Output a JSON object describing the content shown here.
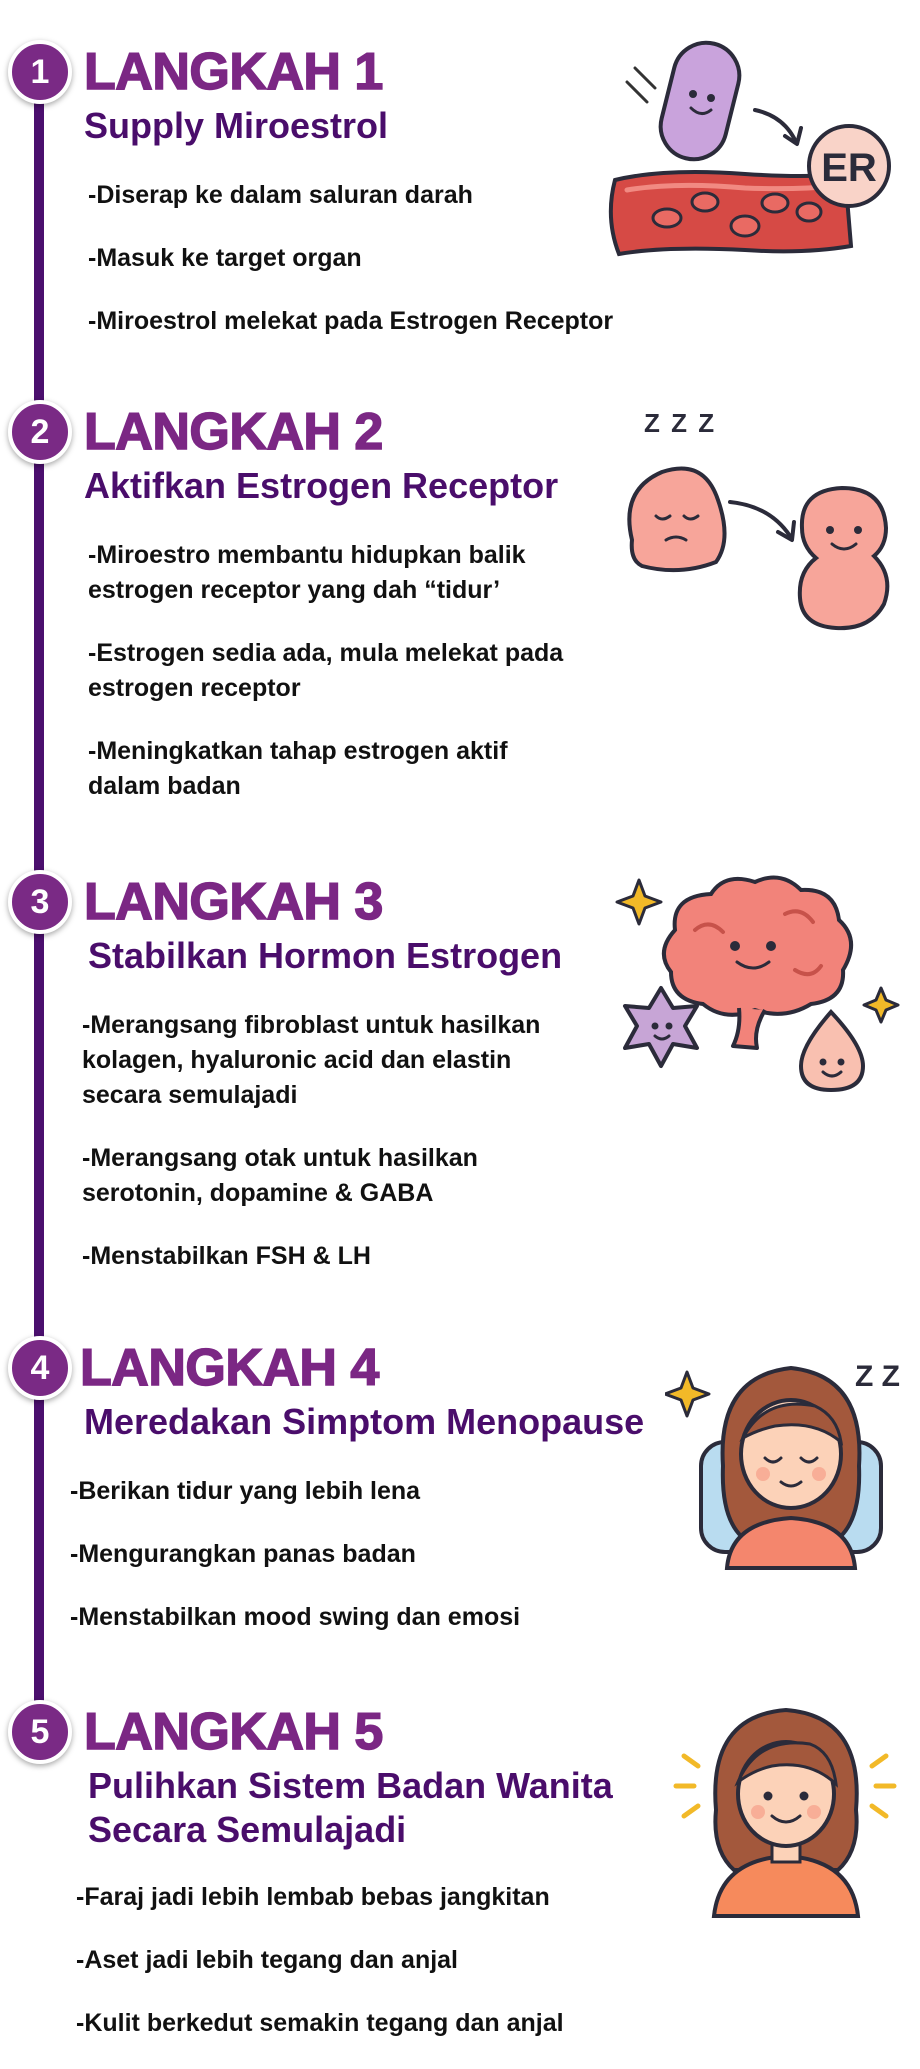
{
  "steps": [
    {
      "number": "1",
      "title": "LANGKAH 1",
      "subtitle_lines": [
        "Supply Miroestrol"
      ],
      "bullets": [
        "-Diserap ke dalam saluran darah",
        "-Masuk ke target organ",
        "-Miroestrol melekat pada Estrogen Receptor"
      ],
      "illustration_label": "ER",
      "illustration": "blood-vessel-estrogen-receptor-icon"
    },
    {
      "number": "2",
      "title": "LANGKAH 2",
      "subtitle_lines": [
        "Aktifkan Estrogen Receptor"
      ],
      "bullets": [
        "-Miroestro membantu hidupkan balik\n  estrogen receptor yang dah “tidur’",
        "-Estrogen sedia ada, mula melekat pada\n  estrogen receptor",
        "-Meningkatkan tahap estrogen aktif\n  dalam badan"
      ],
      "illustration_label": "Z Z Z",
      "illustration": "sleeping-cell-waking-icon"
    },
    {
      "number": "3",
      "title": "LANGKAH 3",
      "subtitle_lines": [
        "Stabilkan Hormon Estrogen"
      ],
      "bullets": [
        "-Merangsang fibroblast untuk hasilkan\n  kolagen, hyaluronic acid dan elastin\n  secara semulajadi",
        "-Merangsang otak untuk hasilkan\n  serotonin, dopamine & GABA",
        "-Menstabilkan FSH & LH"
      ],
      "illustration": "brain-cell-droplet-icon"
    },
    {
      "number": "4",
      "title": "LANGKAH 4",
      "subtitle_lines": [
        "Meredakan Simptom Menopause"
      ],
      "bullets": [
        "-Berikan tidur yang lebih lena",
        "-Mengurangkan panas badan",
        "-Menstabilkan mood swing dan emosi"
      ],
      "illustration_label": "Z Z",
      "illustration": "sleeping-woman-icon"
    },
    {
      "number": "5",
      "title": "LANGKAH 5",
      "subtitle_lines": [
        "Pulihkan Sistem Badan Wanita",
        "Secara Semulajadi"
      ],
      "bullets": [
        "-Faraj jadi lebih lembab bebas jangkitan",
        "-Aset jadi lebih tegang dan anjal",
        "-Kulit berkedut semakin tegang dan anjal"
      ],
      "illustration": "happy-woman-icon"
    }
  ],
  "colors": {
    "title": "#7b2784",
    "subtitle": "#4a0d6b",
    "timeline": "#4b0f6e",
    "badge": "#7a2a85",
    "cell_pink": "#f7a59a",
    "blood_red": "#d64a45",
    "pill_purple": "#c9a3dc",
    "star_yellow": "#f2b928"
  }
}
